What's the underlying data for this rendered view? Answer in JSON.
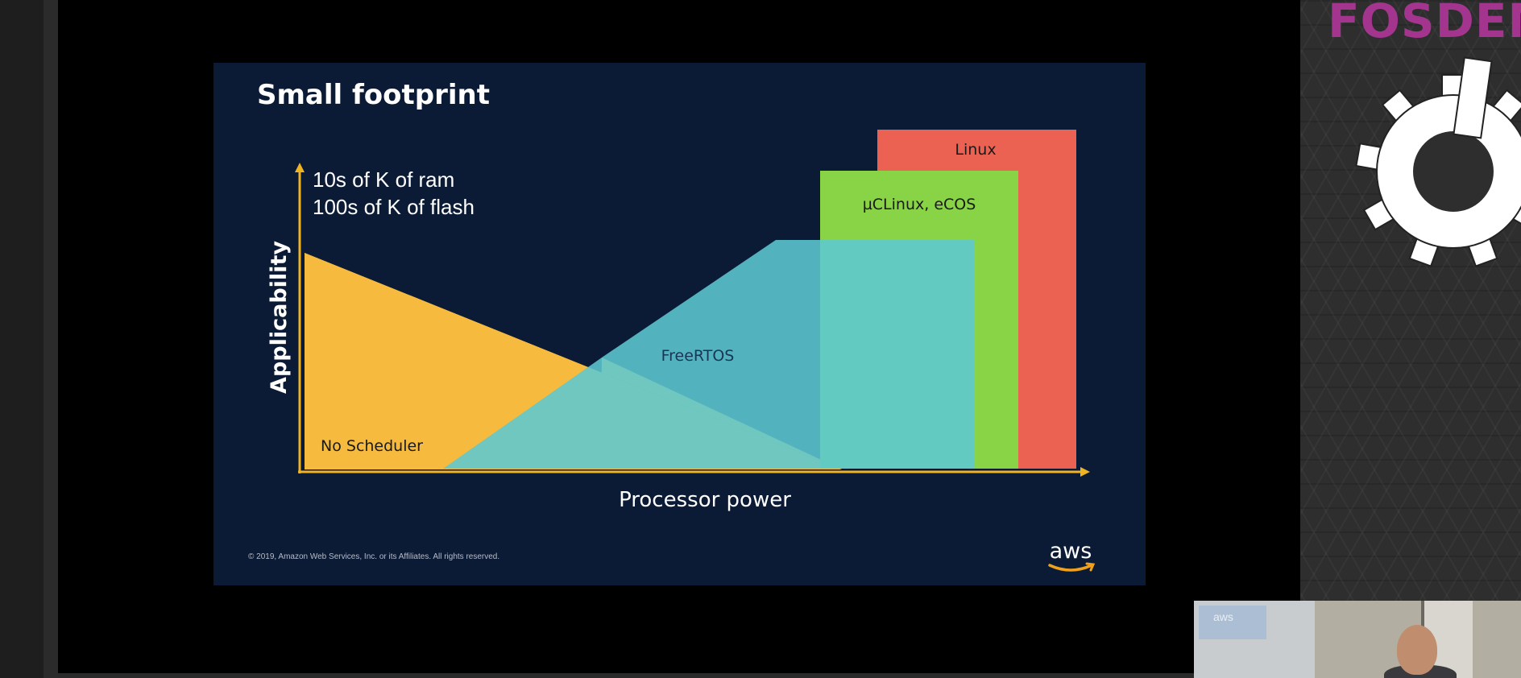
{
  "slide": {
    "title": "Small footprint",
    "footer": "© 2019, Amazon Web Services, Inc. or its Affiliates. All rights reserved.",
    "logo_text": "aws"
  },
  "diagram": {
    "y_axis_label": "Applicability",
    "x_axis_label": "Processor power",
    "ram_line": "10s of K of ram",
    "flash_line": "100s of K of flash",
    "regions": {
      "no_scheduler": "No Scheduler",
      "freertos": "FreeRTOS",
      "uclinux": "µCLinux, eCOS",
      "linux": "Linux"
    }
  },
  "colors": {
    "slide_bg": "#0b1a35",
    "no_scheduler": "#f6bb3e",
    "freertos": "#5cc8d2",
    "uclinux": "#88d346",
    "linux": "#ec6252",
    "axis": "#f0b323",
    "fosdem": "#a3358f"
  },
  "fosdem": {
    "logo_text": "FOSDEM"
  },
  "webcam": {
    "logo_text": "aws"
  }
}
